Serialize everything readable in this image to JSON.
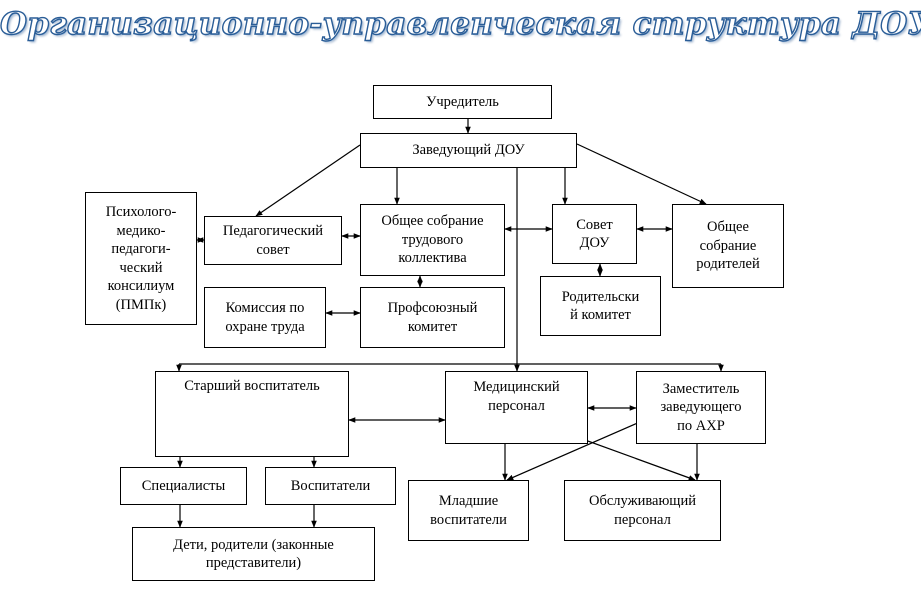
{
  "title": "Организационно-управленческая структура ДОУ",
  "nodes": {
    "founder": "Учредитель",
    "head": "Заведующий ДОУ",
    "pmpk": "Психолого-\nмедико-\nпедагоги-\nческий\nконсилиум\n(ПМПк)",
    "ped_council": "Педагогический\nсовет",
    "general_meeting": "Общее собрание\nтрудового\nколлектива",
    "dou_council": "Совет\nДОУ",
    "parents_meeting": "Общее\nсобрание\nродителей",
    "labor_commission": "Комиссия по\nохране труда",
    "trade_union": "Профсоюзный\nкомитет",
    "parents_committee": "Родительски\nй комитет",
    "senior_educator": "Старший воспитатель",
    "medical_staff": "Медицинский\nперсонал",
    "deputy_ahr": "Заместитель\nзаведующего\nпо АХР",
    "specialists": "Специалисты",
    "educators": "Воспитатели",
    "junior_educators": "Младшие\nвоспитатели",
    "service_staff": "Обслуживающий\nперсонал",
    "children_parents": "Дети, родители (законные\nпредставители)"
  }
}
